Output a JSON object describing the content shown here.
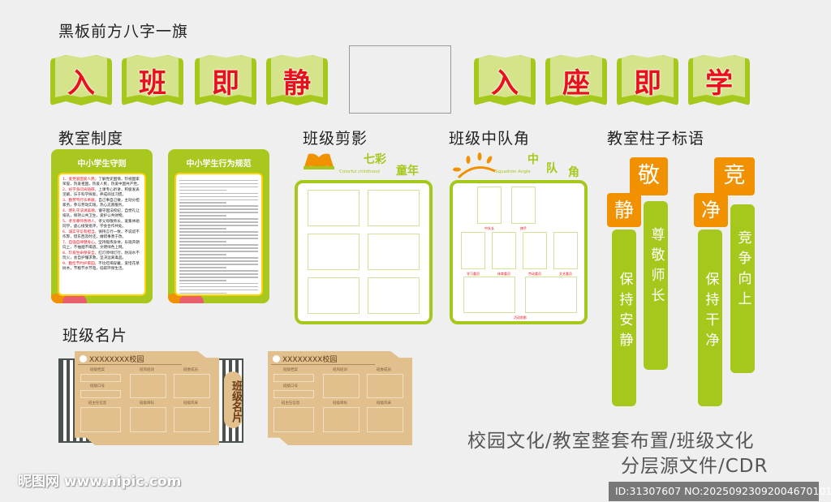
{
  "title": "黑板前方八字一旗",
  "slogan_left": [
    "入",
    "班",
    "即",
    "静"
  ],
  "slogan_right": [
    "入",
    "座",
    "即",
    "学"
  ],
  "sections": {
    "rules": "教室制度",
    "photos": "班级剪影",
    "squadron": "班级中队角",
    "pillars": "教室柱子标语",
    "namecard": "班级名片"
  },
  "rules_board": {
    "title": "中小学生守则",
    "items": [
      {
        "head": "1、爱党爱国爱人民。",
        "body": "了解党史国情，珍视国家荣誉，热爱祖国，热爱人民，热爱中国共产党。"
      },
      {
        "head": "2、好学多问肯钻研。",
        "body": "上课专心听讲，积极发表见解，乐于科学探索，养成阅读习惯。"
      },
      {
        "head": "3、勤劳笃行乐奉献。",
        "body": "自己事自己做，主动分担家务，参与劳动实践，热心志愿服务。"
      },
      {
        "head": "4、明礼守法讲美德。",
        "body": "遵守国法校纪，自觉礼让排队，保持公共卫生，爱护公共财物。"
      },
      {
        "head": "5、孝亲尊师善待人。",
        "body": "孝父母敬师长，爱集体助同学，虚心接受批评，学会合作共处。"
      },
      {
        "head": "6、诚实守信有担当。",
        "body": "保持言行一致，不说谎不作弊，借东西及时还，做错事勇于改。"
      },
      {
        "head": "7、自强自律健身心。",
        "body": "坚持锻炼身体，乐观开朗向上，不抽烟不喝酒，文明绿色上网。"
      },
      {
        "head": "8、珍爱生命保安全。",
        "body": "红灯停绿灯行，防溺水不玩火，会自护懂求救，坚决远离毒品。"
      },
      {
        "head": "9、勤俭节约护家园。",
        "body": "不比吃喝穿戴，爱惜花草树木，节粮节水节电，低碳环保生活。"
      }
    ]
  },
  "norms_board": {
    "title": "中小学生行为规范"
  },
  "photo_board": {
    "title_a": "七彩",
    "title_b": "童年",
    "subtitle": "Colorful childhood"
  },
  "squadron_board": {
    "t1": "中",
    "t2": "队",
    "t3": "角",
    "subtitle": "Squadron Angle",
    "labels": [
      "中队长",
      "旗手",
      "学习委员",
      "体育委员",
      "劳动委员",
      "文艺委员",
      "活动剪影"
    ]
  },
  "namecard": {
    "school": "XXXXXXXX校园",
    "labels": [
      "班级档案",
      "班风班训",
      "班委成员",
      "班级口号",
      "班主任信息",
      "班级目标",
      "班级风采"
    ],
    "side": "班级名片"
  },
  "pillars": {
    "left": {
      "a": "敬",
      "b": "静",
      "long": "保持安静",
      "short": "尊敬师长"
    },
    "right": {
      "a": "竞",
      "b": "净",
      "long": "保持干净",
      "short": "竞争向上"
    }
  },
  "footer": {
    "line1": "校园文化/教室整套布置/班级文化",
    "line2": "分层源文件/CDR",
    "watermark_id": "ID:31307607 NO:20250923092004670101",
    "site": "昵图网 www.nipic.com"
  },
  "colors": {
    "green": "#a6c81c",
    "orange": "#f29100",
    "red": "#e8101c",
    "tan": "#e2c08e"
  }
}
